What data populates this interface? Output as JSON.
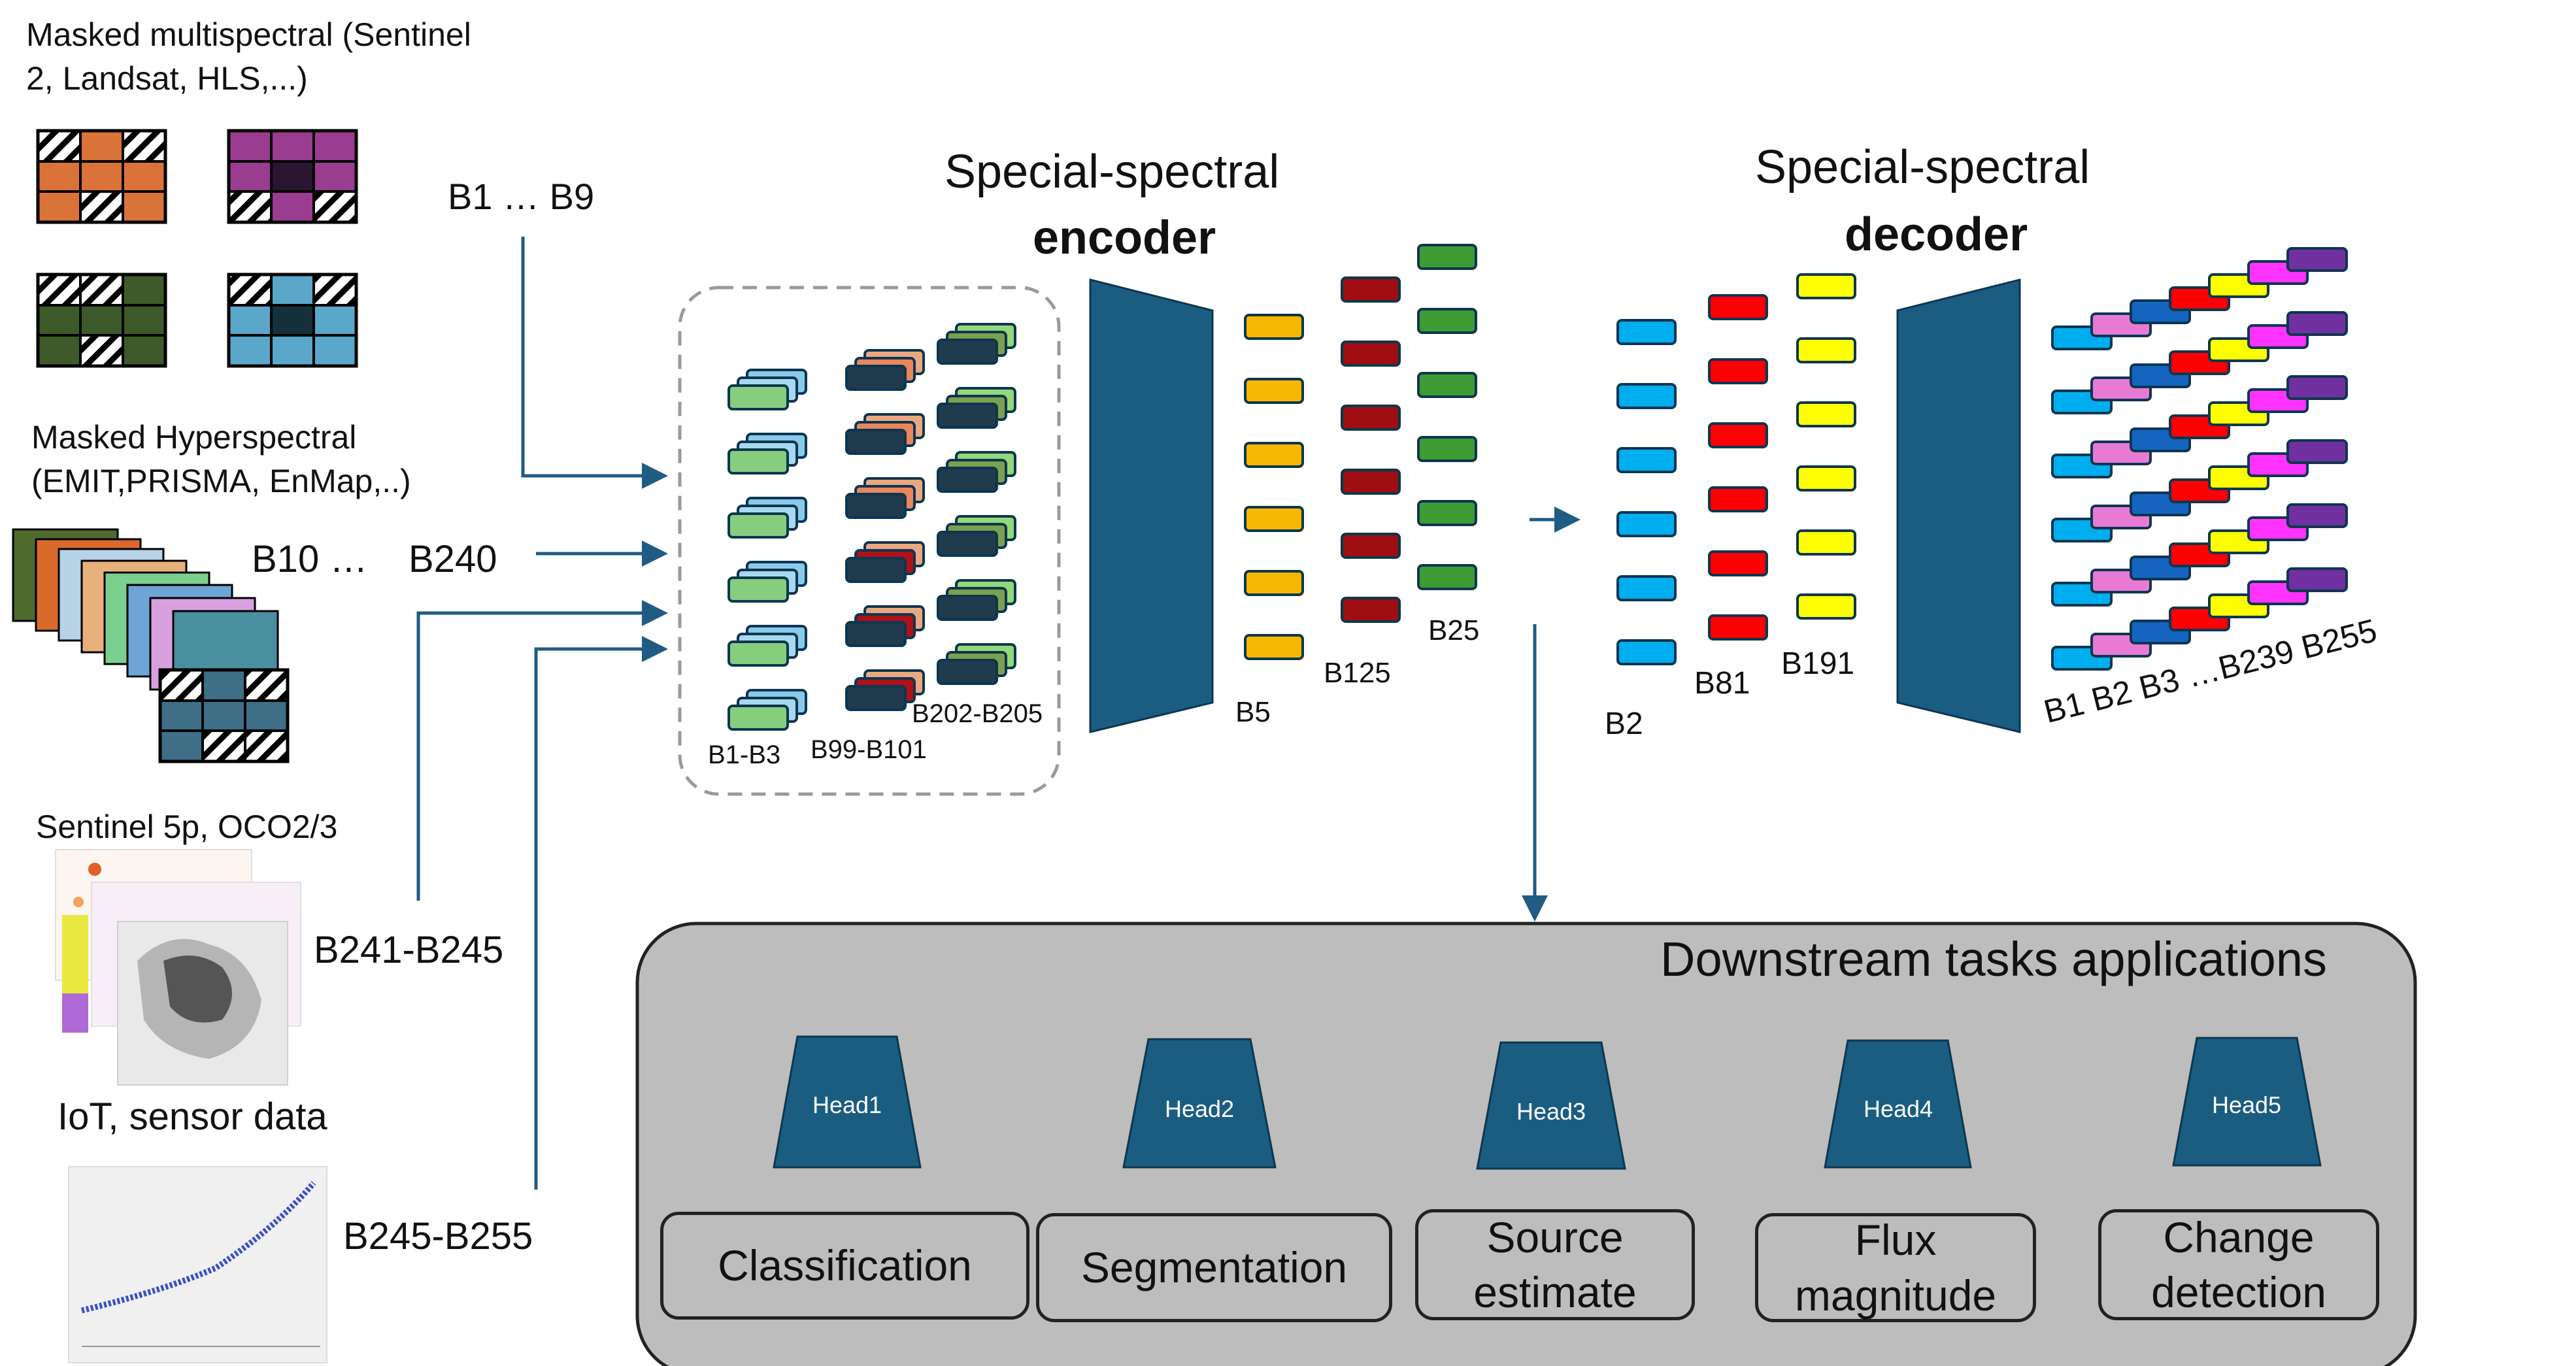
{
  "inputs": {
    "multispectral": {
      "label": "Masked multispectral (Sentinel\n2, Landsat, HLS,...)",
      "bands": "B1 … B9"
    },
    "hyperspectral": {
      "label": "Masked Hyperspectral\n(EMIT,PRISMA, EnMap,..)",
      "bands_start": "B10 …",
      "bands_end": "B240"
    },
    "sentinel5p": {
      "label": "Sentinel 5p, OCO2/3",
      "bands": "B241-B245"
    },
    "iot": {
      "label": "IoT, sensor data",
      "bands": "B245-B255"
    }
  },
  "input_group": {
    "labels": [
      "B1-B3",
      "B99-B101",
      "B202-B205"
    ]
  },
  "encoder": {
    "title": "Special-spectral",
    "title_bold": "encoder",
    "token_labels": [
      "B5",
      "B125",
      "B25"
    ]
  },
  "decoder": {
    "title": "Special-spectral",
    "title_bold": "decoder",
    "token_labels": [
      "B2",
      "B81",
      "B191"
    ],
    "output_label": "B1 B2 B3 …B239 B255"
  },
  "downstream": {
    "title": "Downstream tasks applications",
    "heads": [
      "Head1",
      "Head2",
      "Head3",
      "Head4",
      "Head5"
    ],
    "tasks": [
      "Classification",
      "Segmentation",
      "Source\nestimate",
      "Flux\nmagnitude",
      "Change\ndetection"
    ]
  },
  "colors": {
    "arrow": "#1f5c84",
    "trapezoid": "#1b5d80",
    "enc_col1": "#f5b800",
    "enc_col2": "#9e0e12",
    "enc_col3": "#3e9b34",
    "dec_col1": "#00aeef",
    "dec_col2": "#ff0000",
    "dec_col3": "#ffff00",
    "panel": "#bdbdbd"
  }
}
